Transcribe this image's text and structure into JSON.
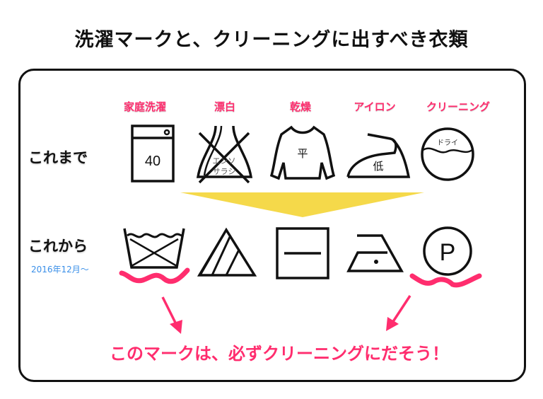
{
  "title": "洗濯マークと、クリーニングに出すべき衣類",
  "categories": [
    "家庭洗濯",
    "漂白",
    "乾燥",
    "アイロン",
    "クリーニング"
  ],
  "rows": {
    "old_label": "これまで",
    "new_label": "これから",
    "new_since": "2016年12月〜"
  },
  "old_icons": {
    "wash_temp": "40",
    "bleach_text_1": "エンソ",
    "bleach_text_2": "サラシ",
    "dry_text": "平",
    "iron_text": "低",
    "dry_clean_text": "ドライ"
  },
  "new_icons": {
    "professional_text": "P"
  },
  "message": "このマークは、必ずクリーニングにだそう！",
  "colors": {
    "accent": "#ff2d6e",
    "arrow": "#f5d94a",
    "since": "#3a8fe8"
  }
}
